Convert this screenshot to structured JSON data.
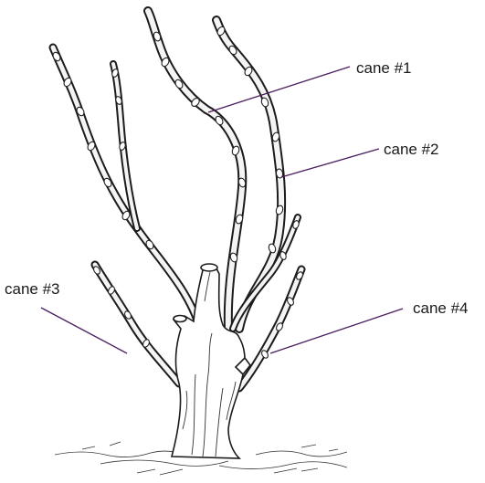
{
  "diagram": {
    "labels": [
      {
        "id": "cane1",
        "text": "cane #1"
      },
      {
        "id": "cane2",
        "text": "cane #2"
      },
      {
        "id": "cane3",
        "text": "cane #3"
      },
      {
        "id": "cane4",
        "text": "cane #4"
      }
    ],
    "colors": {
      "leader_line": "#4a1d5e",
      "ink": "#1c1c1c",
      "background": "#ffffff"
    }
  }
}
